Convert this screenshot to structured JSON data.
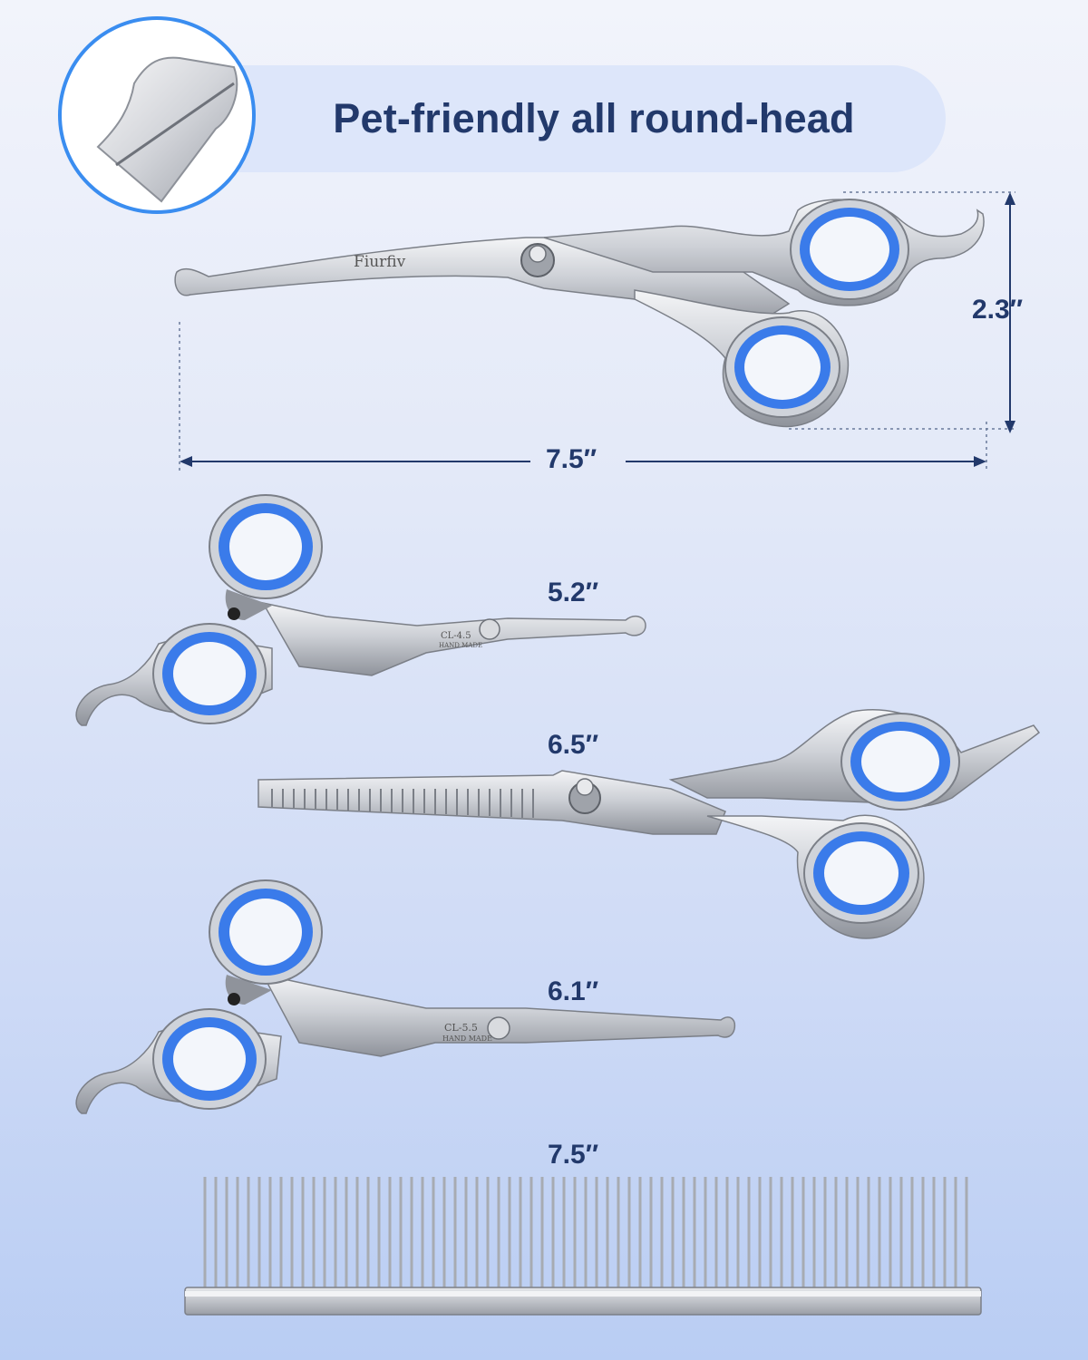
{
  "title": "Pet-friendly all round-head",
  "brand_engraving": "Fiurfiv",
  "dimensions": {
    "main_height": "2.3″",
    "main_length": "7.5″",
    "small_scissors": "5.2″",
    "thinning_scissors": "6.5″",
    "medium_scissors": "6.1″",
    "comb": "7.5″"
  },
  "engravings": {
    "small_model": "CL-4.5",
    "small_made": "HAND MADE",
    "medium_model": "CL-5.5",
    "medium_made": "HAND MADE"
  },
  "colors": {
    "ring_blue": "#3a7bea",
    "steel": "#c9ccd2",
    "text_navy": "#22396b",
    "zoom_border": "#3a8df0"
  }
}
